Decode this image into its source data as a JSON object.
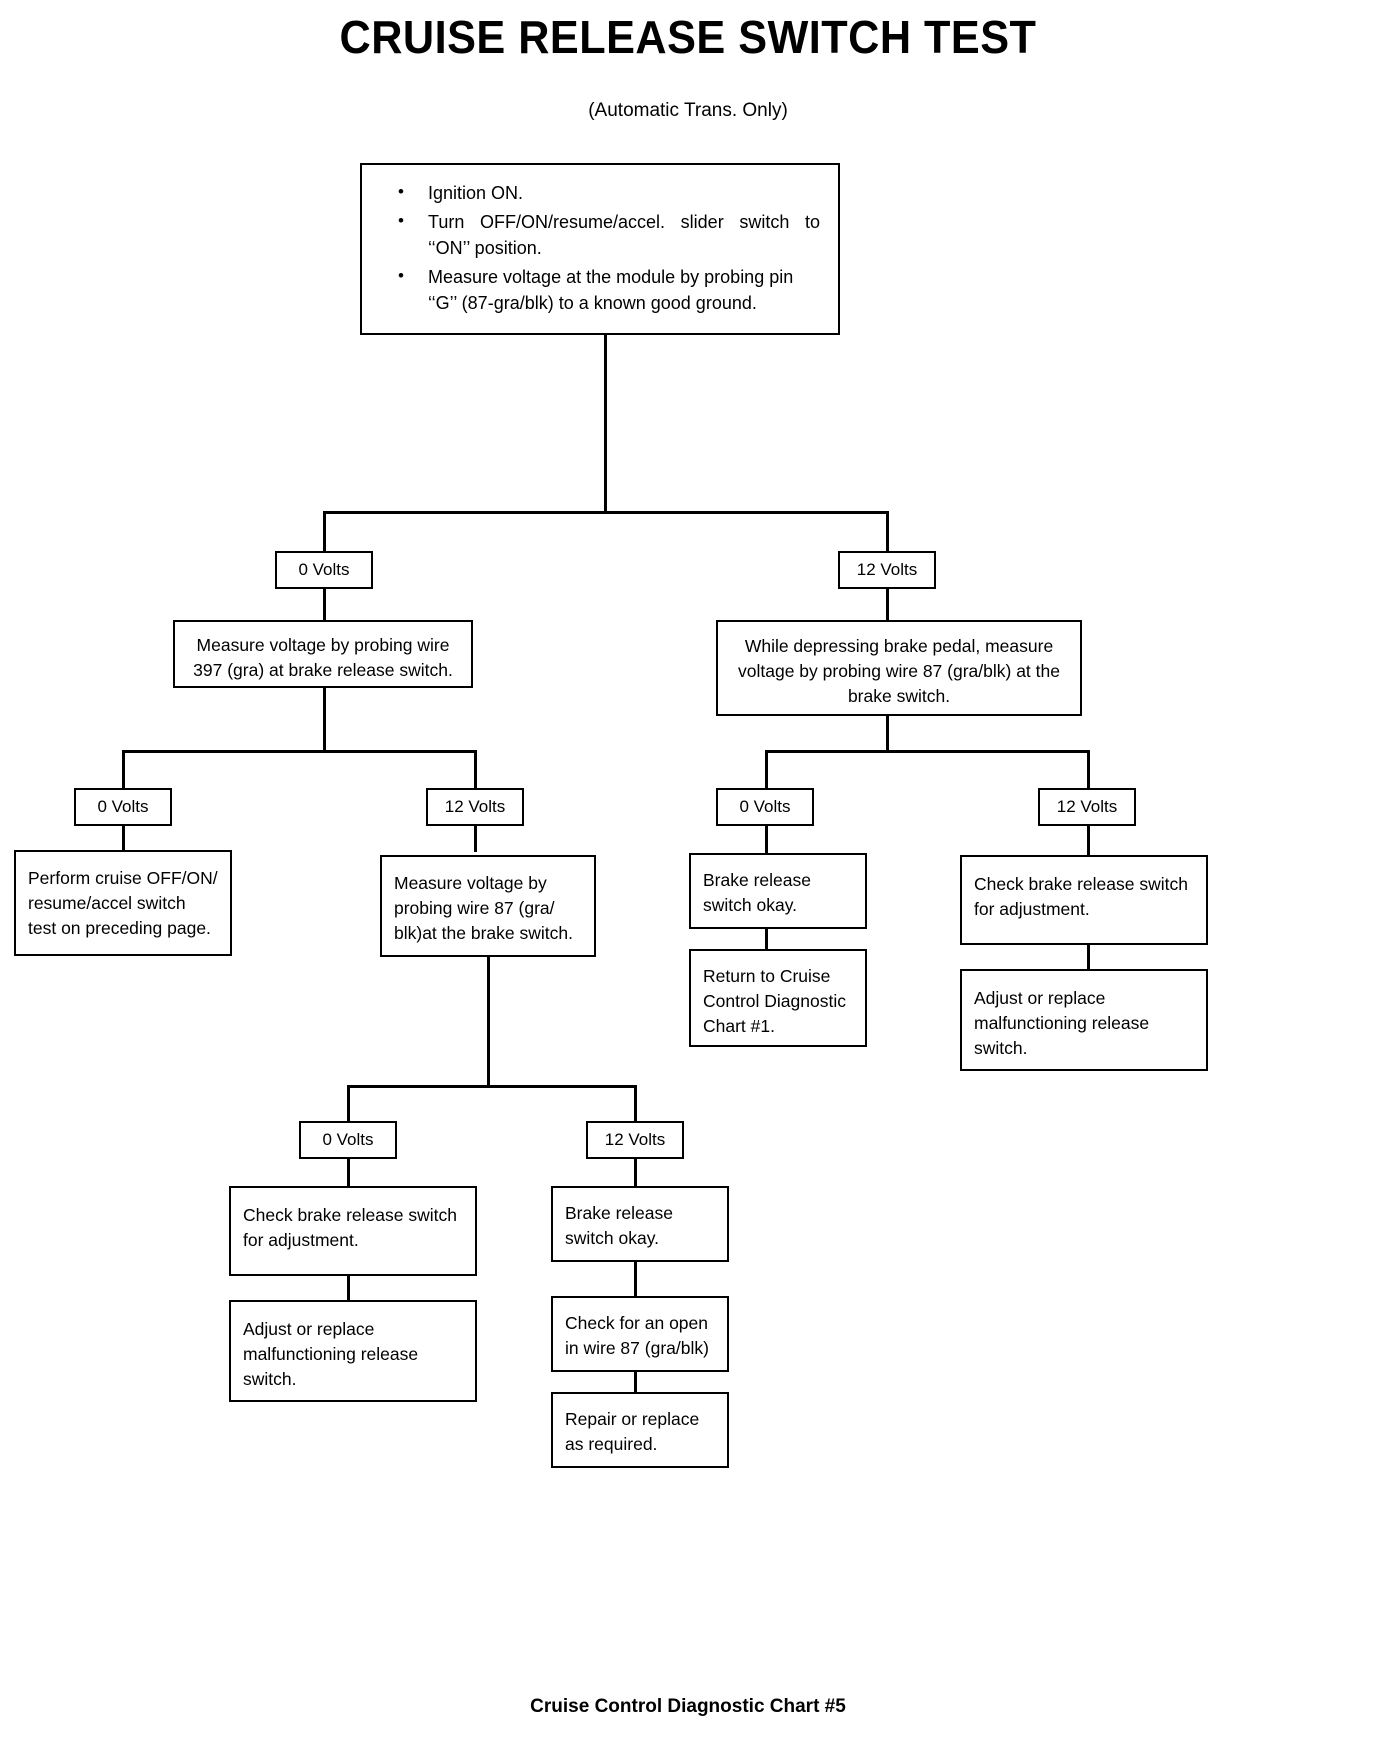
{
  "doc": {
    "title": "CRUISE RELEASE SWITCH TEST",
    "subtitle": "(Automatic Trans. Only)",
    "footer": "Cruise Control Diagnostic Chart #5"
  },
  "colors": {
    "ink": "#000000",
    "paper": "#ffffff"
  },
  "start": {
    "bullets": [
      "Ignition ON.",
      "Turn OFF/ON/resume/accel. slider switch to ‘‘ON’’ position.",
      "Measure voltage at the module by probing pin ‘‘G’’ (87-gra/blk) to a known good ground."
    ]
  },
  "labels": {
    "zero_volts": "0 Volts",
    "twelve_volts": "12 Volts"
  },
  "nodes": {
    "left_measure_397": "Measure voltage by probing wire 397 (gra) at brake release switch.",
    "left_perform_switch_test": "Perform cruise OFF/ON/ resume/accel switch test on preceding page.",
    "left_measure_87": "Measure voltage by probing wire 87 (gra/ blk)at the brake switch.",
    "left_check_adjust": "Check brake release switch for adjustment.",
    "left_adjust_replace": "Adjust or replace malfunctioning release switch.",
    "left_ok": "Brake release switch okay.",
    "left_check_open": "Check for an open in wire 87 (gra/blk)",
    "left_repair": "Repair or replace as required.",
    "right_measure_87": "While depressing brake pedal, measure voltage by probing wire 87 (gra/blk) at the brake switch.",
    "right_ok": "Brake release switch okay.",
    "right_return": "Return to Cruise Control Diagnostic Chart #1.",
    "right_check_adjust": "Check brake release switch for adjustment.",
    "right_adjust_replace": "Adjust or replace malfunctioning release switch."
  }
}
